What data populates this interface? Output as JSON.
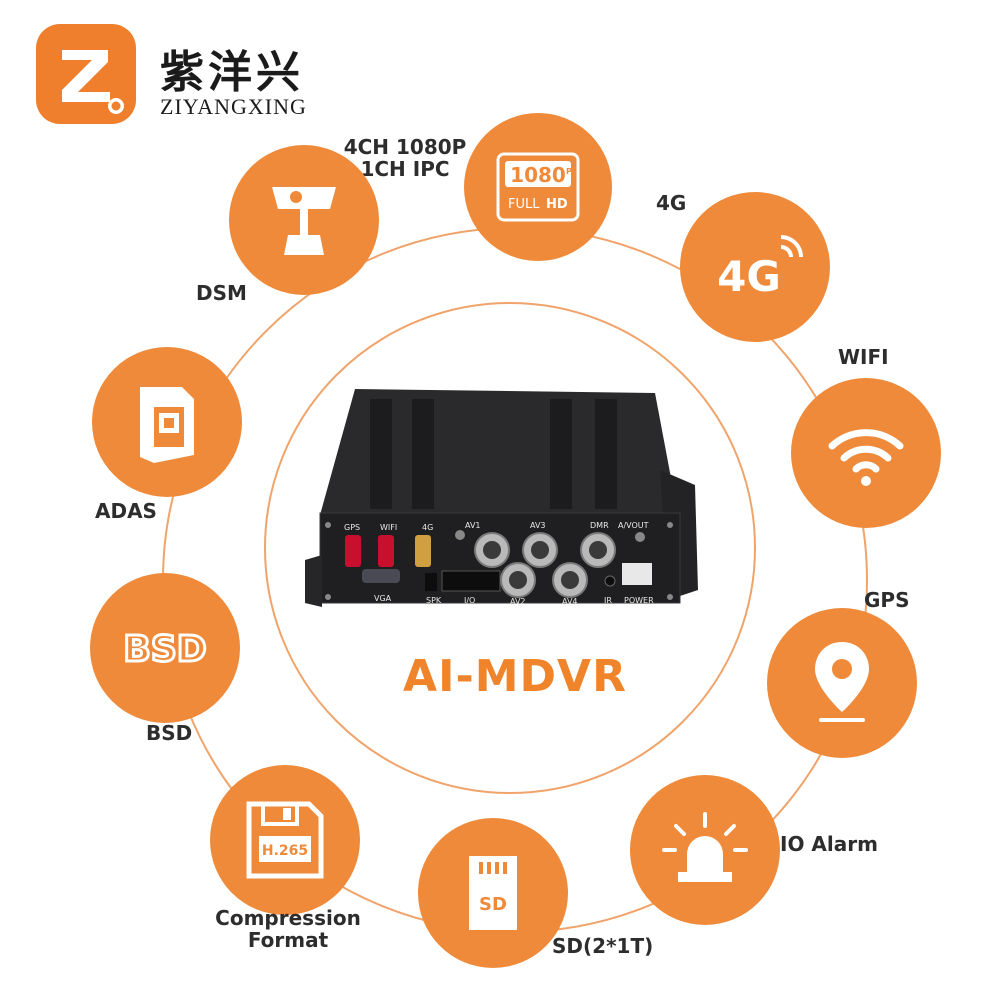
{
  "brand": {
    "name_cn": "紫洋兴",
    "name_en": "ZIYANGXING",
    "logo_letter": "Z"
  },
  "product": {
    "title": "AI-MDVR",
    "ports": {
      "gps": "GPS",
      "wifi": "WIFI",
      "g4": "4G",
      "av1": "AV1",
      "av2": "AV2",
      "av3": "AV3",
      "av4": "AV4",
      "dmr": "DMR",
      "avout": "A/VOUT",
      "vga": "VGA",
      "spk": "SPK",
      "io": "I/O",
      "ir": "IR",
      "power": "POWER"
    }
  },
  "features": {
    "hd": {
      "label_line1": "4CH 1080P",
      "label_line2": "1CH IPC",
      "icon": "full-hd-icon",
      "badge_top": "1080",
      "badge_sup": "P",
      "badge_bottom_a": "FULL",
      "badge_bottom_b": "HD"
    },
    "g4": {
      "label": "4G",
      "icon": "4g-signal-icon",
      "icon_text": "4G"
    },
    "wifi": {
      "label": "WIFI",
      "icon": "wifi-icon"
    },
    "gps": {
      "label": "GPS",
      "icon": "location-pin-icon"
    },
    "io": {
      "label": "IO Alarm",
      "icon": "alarm-light-icon"
    },
    "sd": {
      "label": "SD(2*1T)",
      "icon": "sd-card-icon",
      "icon_text": "SD"
    },
    "compression": {
      "label_line1": "Compression",
      "label_line2": "Format",
      "icon": "floppy-disk-icon",
      "icon_text": "H.265"
    },
    "bsd": {
      "label": "BSD",
      "icon": "bsd-icon",
      "icon_text": "BSD"
    },
    "adas": {
      "label": "ADAS",
      "icon": "adas-camera-icon"
    },
    "dsm": {
      "label": "DSM",
      "icon": "dsm-camera-icon"
    }
  },
  "colors": {
    "accent": "#ee8a3a",
    "title": "#f0842a",
    "ring": "#f0a36a"
  }
}
